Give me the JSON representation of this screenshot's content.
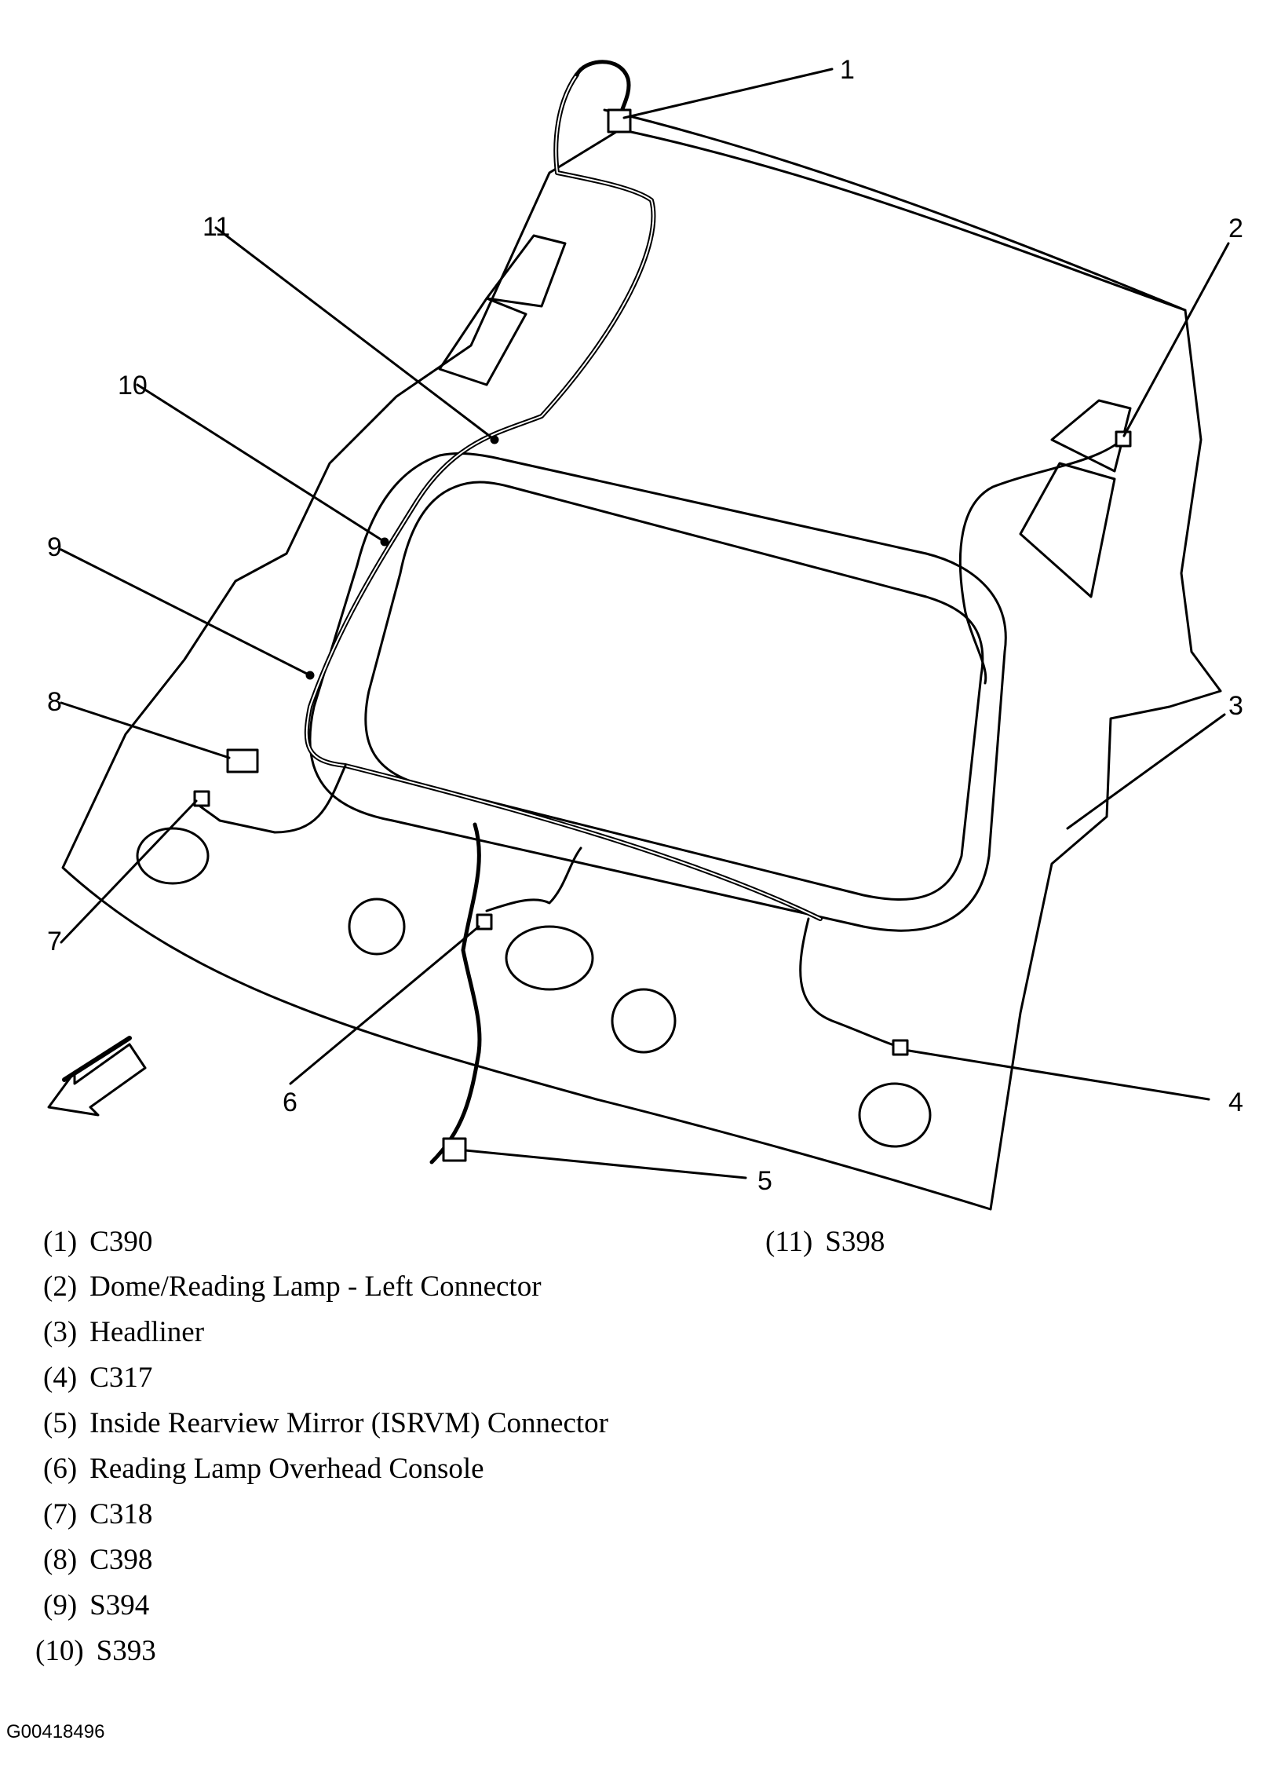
{
  "callouts": [
    "1",
    "2",
    "3",
    "4",
    "5",
    "6",
    "7",
    "8",
    "9",
    "10",
    "11"
  ],
  "legend": [
    {
      "num": "(1)",
      "desc": "C390"
    },
    {
      "num": "(2)",
      "desc": "Dome/Reading Lamp - Left Connector"
    },
    {
      "num": "(3)",
      "desc": "Headliner"
    },
    {
      "num": "(4)",
      "desc": "C317"
    },
    {
      "num": "(5)",
      "desc": "Inside Rearview Mirror (ISRVM) Connector"
    },
    {
      "num": "(6)",
      "desc": "Reading Lamp Overhead Console"
    },
    {
      "num": "(7)",
      "desc": "C318"
    },
    {
      "num": "(8)",
      "desc": "C398"
    },
    {
      "num": "(9)",
      "desc": "S394"
    },
    {
      "num": "(10)",
      "desc": "S393"
    },
    {
      "num": "(11)",
      "desc": "S398"
    }
  ],
  "figure_id": "G00418496"
}
